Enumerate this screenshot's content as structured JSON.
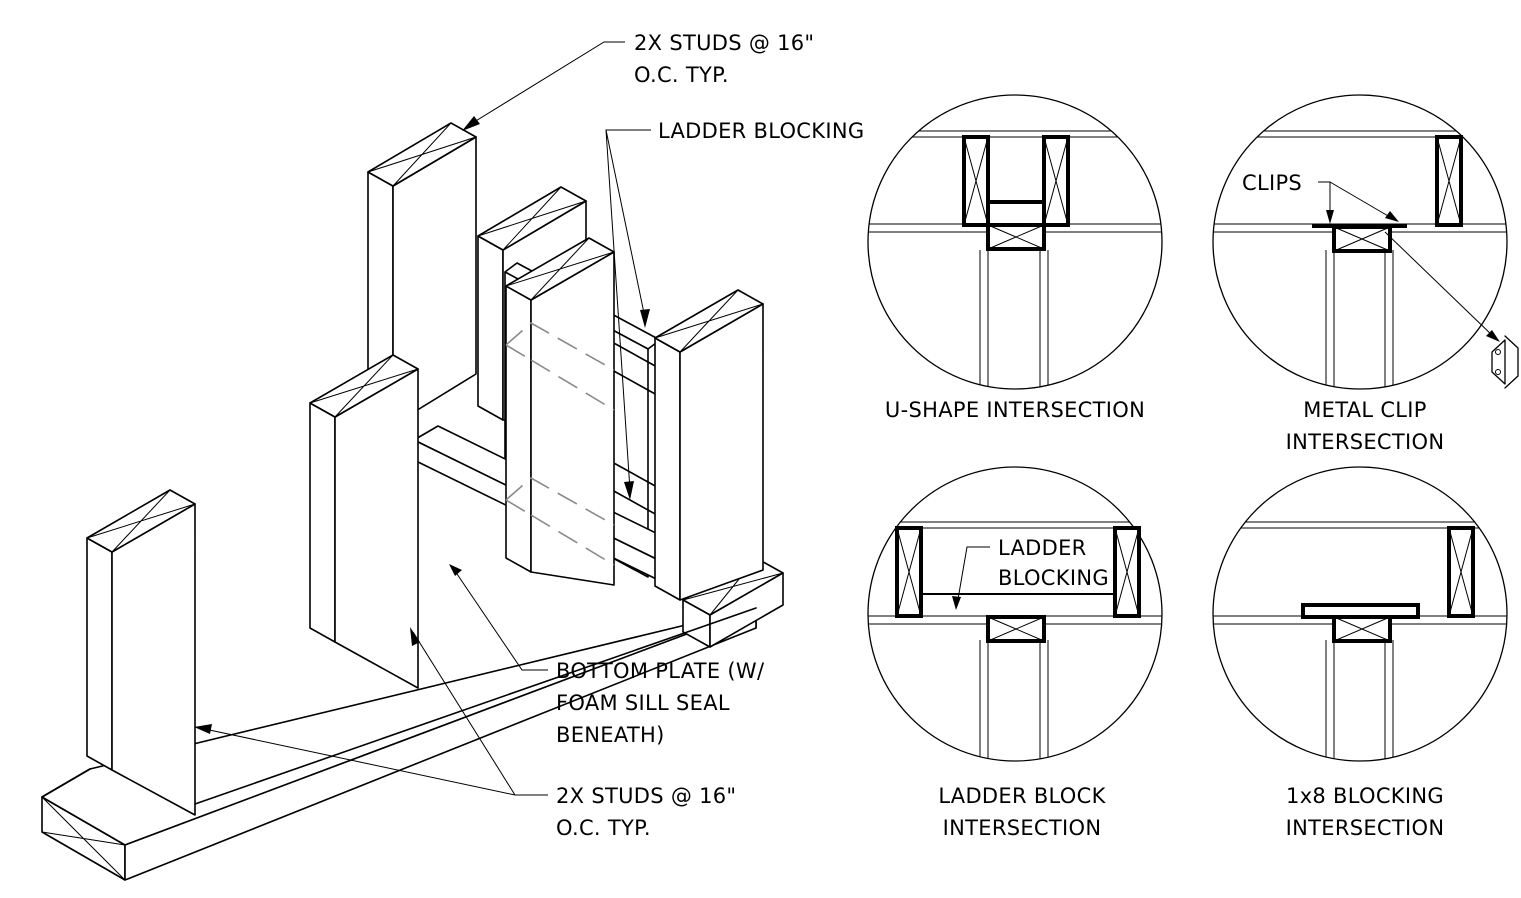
{
  "labels": {
    "studs_top_line1": "2X STUDS @ 16\"",
    "studs_top_line2": "O.C. TYP.",
    "ladder_blocking": "LADDER BLOCKING",
    "bottom_plate_line1": "BOTTOM PLATE (W/",
    "bottom_plate_line2": "FOAM SILL SEAL",
    "bottom_plate_line3": "BENEATH)",
    "studs_bottom_line1": "2X STUDS @ 16\"",
    "studs_bottom_line2": "O.C. TYP."
  },
  "details": [
    {
      "title_line1": "U-SHAPE INTERSECTION",
      "title_line2": ""
    },
    {
      "title_line1": "METAL CLIP",
      "title_line2": "INTERSECTION",
      "callout": "CLIPS"
    },
    {
      "title_line1": "LADDER BLOCK",
      "title_line2": "INTERSECTION",
      "callout_line1": "LADDER",
      "callout_line2": "BLOCKING"
    },
    {
      "title_line1": "1x8 BLOCKING",
      "title_line2": "INTERSECTION"
    }
  ]
}
